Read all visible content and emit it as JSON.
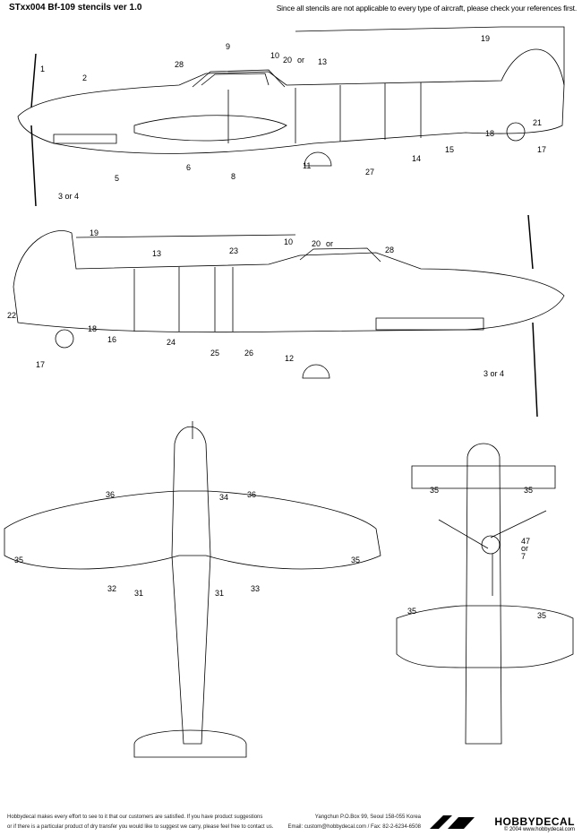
{
  "header": {
    "title": "STxx004 Bf-109 stencils ver 1.0",
    "note": "Since all stencils are not applicable to every type of aircraft, please check your references first."
  },
  "left_side_view": {
    "labels": [
      "1",
      "2",
      "28",
      "9",
      "10",
      "20",
      "or",
      "13",
      "19",
      "21",
      "17",
      "18",
      "15",
      "14",
      "27",
      "11",
      "8",
      "6",
      "5",
      "3 or 4"
    ]
  },
  "right_side_view": {
    "labels": [
      "22",
      "17",
      "18",
      "16",
      "24",
      "25",
      "26",
      "12",
      "19",
      "13",
      "23",
      "10",
      "20",
      "or",
      "28",
      "3 or 4"
    ]
  },
  "top_view": {
    "labels": [
      "36",
      "34",
      "36",
      "35",
      "35",
      "32",
      "31",
      "31",
      "33"
    ]
  },
  "bottom_view": {
    "labels": [
      "35",
      "35",
      "35",
      "35",
      "47",
      "or",
      "7"
    ]
  },
  "footer": {
    "disclaimer_line1": "Hobbydecal makes every effort to see to it that our customers are satisfied. If you have product suggestions",
    "disclaimer_line2": "or if there is a particular product of dry transfer you would like to suggest we carry,  please feel free to contact us.",
    "address": "Yangchun P.O.Box 99, Seoul 158-055 Korea",
    "contact": "Email: custom@hobbydecal.com / Fax: 82-2-6234-6508",
    "brand": "HOBBYDECAL",
    "copyright": "© 2004 www.hobbydecal.com"
  }
}
